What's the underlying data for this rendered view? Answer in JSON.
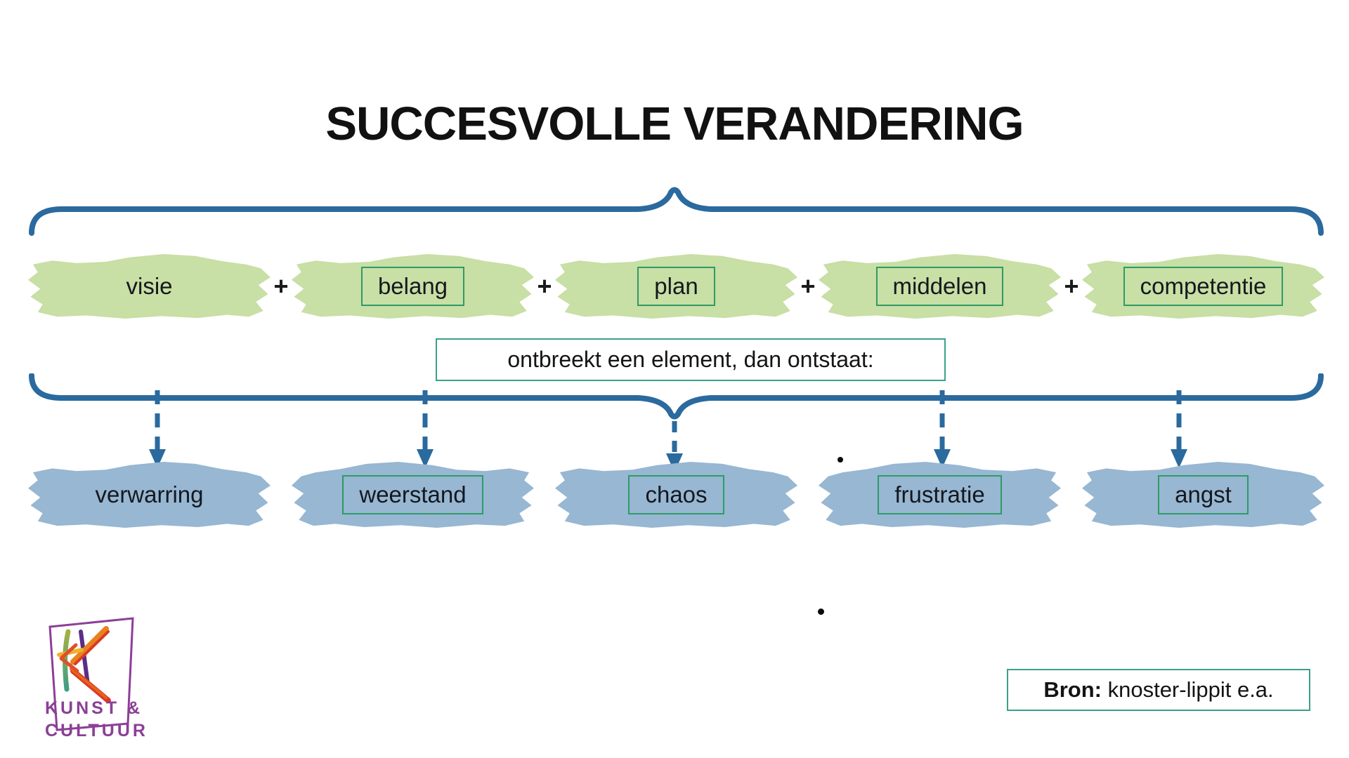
{
  "title": "SUCCESVOLLE VERANDERING",
  "plus": "+",
  "elements_row": {
    "items": [
      {
        "label": "visie",
        "boxed": false
      },
      {
        "label": "belang",
        "boxed": true
      },
      {
        "label": "plan",
        "boxed": true
      },
      {
        "label": "middelen",
        "boxed": true
      },
      {
        "label": "competentie",
        "boxed": true
      }
    ]
  },
  "condition_box": {
    "text": "ontbreekt een element, dan ontstaat:"
  },
  "outcomes_row": {
    "items": [
      {
        "label": "verwarring",
        "boxed": false
      },
      {
        "label": "weerstand",
        "boxed": true
      },
      {
        "label": "chaos",
        "boxed": true
      },
      {
        "label": "frustratie",
        "boxed": true
      },
      {
        "label": "angst",
        "boxed": true
      }
    ]
  },
  "source_box": {
    "label": "Bron:",
    "text": " knoster-lippit e.a."
  },
  "logo": {
    "line1": "KUNST &",
    "line2": "CULTUUR"
  },
  "colors": {
    "element_highlight": "#c8dfa5",
    "outcome_highlight": "#97b7d3",
    "brace_blue": "#2a6a9e",
    "blob_box_border": "#2e9b66",
    "white_box_border": "#3aa189",
    "logo_purple": "#8c3f97"
  }
}
